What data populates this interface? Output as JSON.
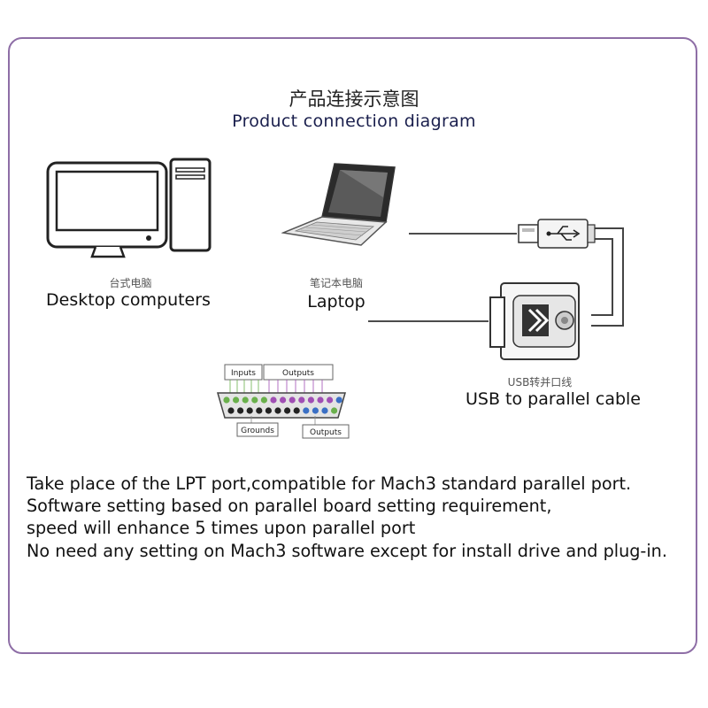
{
  "title_cn": "产品连接示意图",
  "title_en": "Product connection diagram",
  "desktop": {
    "label_cn": "台式电脑",
    "label_en": "Desktop computers"
  },
  "laptop": {
    "label_cn": "笔记本电脑",
    "label_en": "Laptop"
  },
  "cable": {
    "label_cn": "USB转并口线",
    "label_en": "USB to parallel cable"
  },
  "pinout": {
    "inputs": "Inputs",
    "outputs_top": "Outputs",
    "grounds": "Grounds",
    "outputs_bottom": "Outputs"
  },
  "description": [
    "Take place of the LPT port,compatible for Mach3 standard parallel port.",
    "Software setting based on parallel board setting requirement,",
    "speed will enhance 5 times upon parallel port",
    "No need any setting on Mach3 software except for install drive and plug-in."
  ],
  "colors": {
    "frame": "#8e6ea6",
    "pin_green": "#6ab04c",
    "pin_purple": "#a04fb4",
    "pin_blue": "#3a6fc4",
    "pin_black": "#222222"
  }
}
